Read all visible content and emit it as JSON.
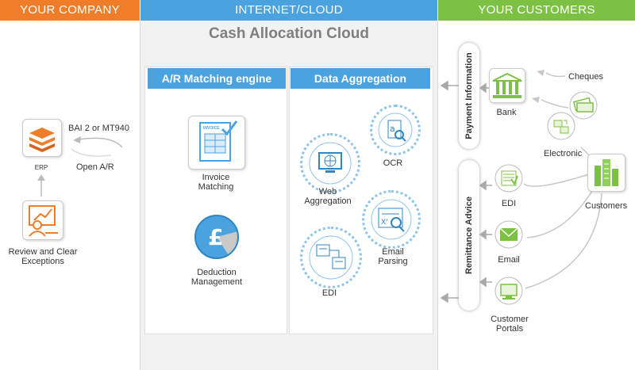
{
  "headers": {
    "company": "YOUR COMPANY",
    "cloud": "INTERNET/CLOUD",
    "customers": "YOUR CUSTOMERS"
  },
  "colors": {
    "company": "#f07d2a",
    "cloud": "#4aa3df",
    "customers": "#7cc143"
  },
  "company": {
    "erp": "ERP",
    "bai": "BAI 2 or MT940",
    "open_ar": "Open A/R",
    "review_1": "Review and Clear",
    "review_2": "Exceptions"
  },
  "cloud": {
    "title": "Cash Allocation  Cloud",
    "matching_title": "A/R Matching engine",
    "aggregation_title": "Data Aggregation",
    "invoice_1": "Invoice",
    "invoice_2": "Matching",
    "invoice_tag": "INVOICE",
    "deduction_1": "Deduction",
    "deduction_2": "Management",
    "web_1": "Web",
    "web_2": "Aggregation",
    "ocr": "OCR",
    "email_1": "Email",
    "email_2": "Parsing",
    "edi": "EDI"
  },
  "customers": {
    "payment_info": "Payment Information",
    "remittance": "Remittance Advice",
    "bank": "Bank",
    "cheques": "Cheques",
    "electronic": "Electronic",
    "edi": "EDI",
    "customers": "Customers",
    "email": "Email",
    "portals_1": "Customer",
    "portals_2": "Portals"
  }
}
